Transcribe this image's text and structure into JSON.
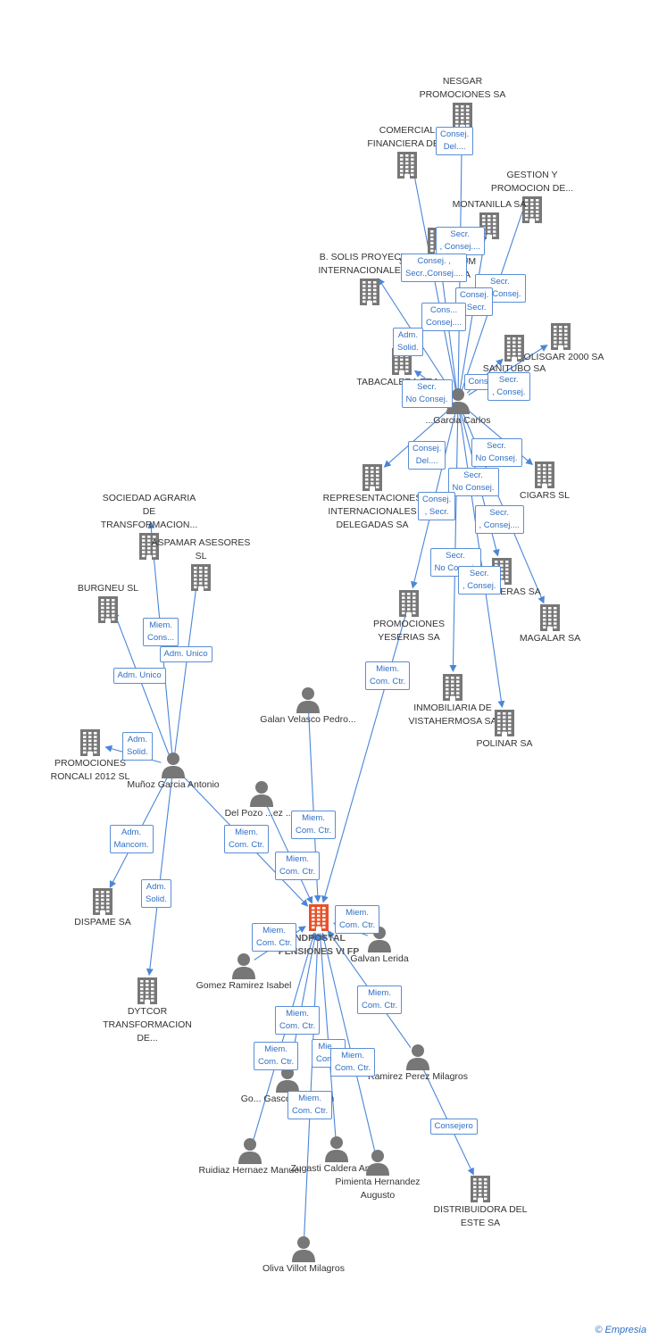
{
  "colors": {
    "edge": "#4a86d8",
    "node": "#777777",
    "center": "#e8512a",
    "label_text": "#2f6fc6"
  },
  "center": {
    "label": "INDPOSTAL PENSIONES VI FP"
  },
  "companies": [
    {
      "id": "nesgar",
      "label": "NESGAR PROMOCIONES SA"
    },
    {
      "id": "comercial",
      "label": "COMERCIAL FINANCIERA DE..."
    },
    {
      "id": "gestion",
      "label": "GESTION Y PROMOCION DE..."
    },
    {
      "id": "sur9",
      "label": "SUR 9 PUNCTUM MILLENIUM SA"
    },
    {
      "id": "montanilla",
      "label": "MONTANILLA SA"
    },
    {
      "id": "bsolis",
      "label": "B. SOLIS PROYECTOS INTERNACIONALES SL"
    },
    {
      "id": "solisgar",
      "label": "SOLISGAR 2000 SA"
    },
    {
      "id": "tabacalera",
      "label": "TABACALERA BRA..."
    },
    {
      "id": "sanitubo",
      "label": "SANITUBO SA"
    },
    {
      "id": "representaciones",
      "label": "REPRESENTACIONES INTERNACIONALES DELEGADAS SA"
    },
    {
      "id": "cigars",
      "label": "CIGARS SL"
    },
    {
      "id": "sociedad",
      "label": "SOCIEDAD AGRARIA DE TRANSFORMACION..."
    },
    {
      "id": "aspamar",
      "label": "ASPAMAR ASESORES SL"
    },
    {
      "id": "burgneu",
      "label": "BURGNEU SL"
    },
    {
      "id": "financieras",
      "label": "FINANCIERAS SA"
    },
    {
      "id": "yeserias",
      "label": "PROMOCIONES YESERIAS SA"
    },
    {
      "id": "magalar",
      "label": "MAGALAR SA"
    },
    {
      "id": "inmobiliaria",
      "label": "INMOBILIARIA DE VISTAHERMOSA SA"
    },
    {
      "id": "polinar",
      "label": "POLINAR SA"
    },
    {
      "id": "roncali",
      "label": "PROMOCIONES RONCALI 2012 SL"
    },
    {
      "id": "dispame",
      "label": "DISPAME SA"
    },
    {
      "id": "dytcor",
      "label": "DYTCOR TRANSFORMACION DE..."
    },
    {
      "id": "distribuidora",
      "label": "DISTRIBUIDORA DEL ESTE SA"
    }
  ],
  "people": [
    {
      "id": "garcia",
      "label": "...Garcia Carlos"
    },
    {
      "id": "galan",
      "label": "Galan Velasco Pedro..."
    },
    {
      "id": "munoz",
      "label": "Muñoz Garcia Antonio"
    },
    {
      "id": "delpozo",
      "label": "Del Pozo ...ez ...n"
    },
    {
      "id": "gomez",
      "label": "Gomez Ramirez Isabel"
    },
    {
      "id": "galvan",
      "label": "Galvan Lerida"
    },
    {
      "id": "ramirez",
      "label": "Ramirez Perez Milagros"
    },
    {
      "id": "gasco",
      "label": "Go... Gasco... Joaquin"
    },
    {
      "id": "ruidiaz",
      "label": "Ruidiaz Hernaez Manuel"
    },
    {
      "id": "zugasti",
      "label": "Zugasti Caldera Angel"
    },
    {
      "id": "pimienta",
      "label": "Pimienta Hernandez Augusto"
    },
    {
      "id": "oliva",
      "label": "Oliva Villot Milagros"
    }
  ],
  "edge_labels": [
    "Consej. Del....",
    "Secr. , Consej....",
    "Consej. , Secr.,Consej....",
    "Secr. No Consej.",
    "Consej. , Secr.",
    "Cons... Consej....",
    "Adm. Solid.",
    "Secr. No Consej.",
    "Consejero",
    "Secr. , Consej.",
    "Consej. Del....",
    "Secr. No Consej.",
    "Secr. No Consej.",
    "Consej. , Secr.",
    "Secr. , Consej....",
    "Secr. No Consej.",
    "Secr. , Consej.",
    "Miem. Com. Ctr.",
    "Miem. Cons...",
    "Adm. Unico",
    "Adm. Unico",
    "Adm. Solid.",
    "Adm. Mancom.",
    "Adm. Solid.",
    "Miem. Com. Ctr.",
    "Miem. Com. Ctr.",
    "Miem. Com. Ctr.",
    "Miem. Com. Ctr.",
    "Miem. Com. Ctr.",
    "Miem. Com. Ctr.",
    "Miem. Com. Ctr.",
    "Miem. Com. Ctr.",
    "Mie... Com...",
    "Miem. Com. Ctr.",
    "Miem. Com. Ctr.",
    "Consejero"
  ],
  "credit": {
    "copyright": "©",
    "brand": "Empresia"
  }
}
